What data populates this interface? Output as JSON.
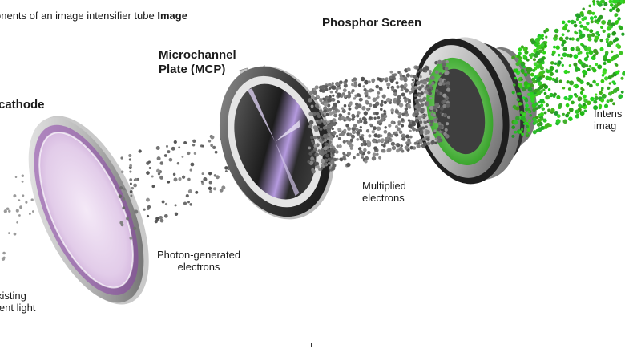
{
  "title": {
    "text": "onents of an image intensifier tube",
    "bold": "Image"
  },
  "labels": {
    "phosphor_screen": "Phosphor Screen",
    "mcp": [
      "Microchannel",
      "Plate (MCP)"
    ],
    "photocathode": "cathode",
    "multiplied_electrons": [
      "Multiplied",
      "electrons"
    ],
    "photon_generated": [
      "Photon-generated",
      "electrons"
    ],
    "existing_light": [
      "xisting",
      "ient light"
    ],
    "intensified_image": [
      "Intens",
      "imag"
    ]
  },
  "colors": {
    "photocathode_tint": "#c79bd6",
    "photocathode_rim": "#8a3fa8",
    "mcp_disc": "#2a2a2a",
    "electron_gray": "#6a6a6a",
    "phosphor_green": "#2aa81a"
  }
}
